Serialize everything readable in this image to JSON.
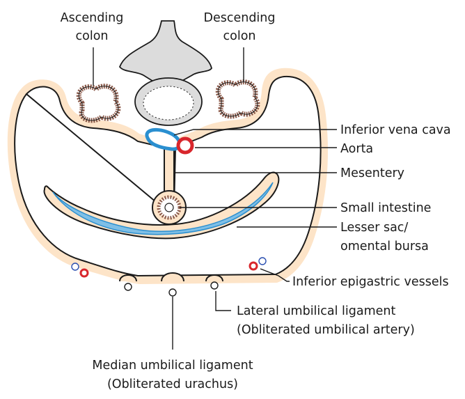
{
  "labels": {
    "ascending_colon": [
      "Ascending",
      "colon"
    ],
    "descending_colon": [
      "Descending",
      "colon"
    ],
    "inferior_vena_cava": "Inferior vena cava",
    "aorta": "Aorta",
    "mesentery": "Mesentery",
    "small_intestine": "Small intestine",
    "lesser_sac": [
      "Lesser sac/",
      "omental bursa"
    ],
    "inferior_epigastric_vessels": "Inferior epigastric vessels",
    "lateral_umbilical_ligament": [
      "Lateral umbilical ligament",
      "(Obliterated umbilical artery)"
    ],
    "median_umbilical_ligament": [
      "Median umbilical ligament",
      "(Obliterated urachus)"
    ]
  },
  "colors": {
    "peritoneum_fill": "#fde4c8",
    "peritoneum_line": "#1a1a1a",
    "colon_wall": "#8b5a4a",
    "ivc": "#2a8fd0",
    "aorta": "#d8262c",
    "lesser_sac": "#7fbfe6",
    "bone": "#dcdcdc",
    "artery_dot": "#d8262c",
    "vein_dot": "#2a4fb0"
  }
}
